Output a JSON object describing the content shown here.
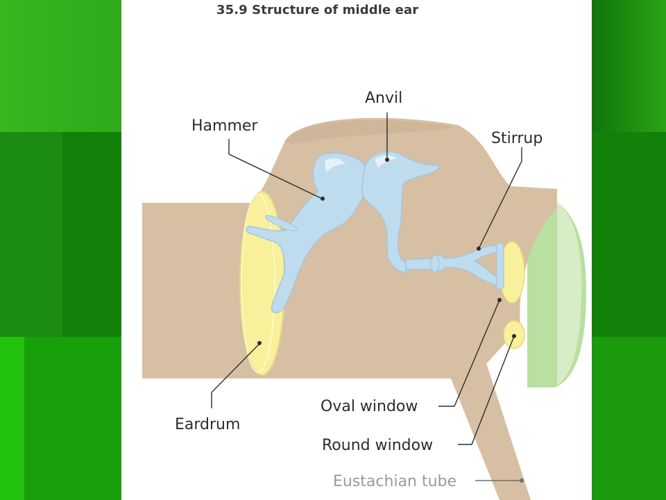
{
  "figure": {
    "title": "35.9 Structure of middle ear"
  },
  "labels": {
    "anvil": "Anvil",
    "hammer": "Hammer",
    "stirrup": "Stirrup",
    "eardrum": "Eardrum",
    "oval_window": "Oval window",
    "round_window": "Round window",
    "eustachian_tube": "Eustachian tube"
  },
  "colors": {
    "background_green": "#1f8f12",
    "canal_tan": "#d7bfa4",
    "ossicle_blue": "#bfdcef",
    "eardrum_yellow": "#f8f09a",
    "inner_ear_green": "#b9dfa1",
    "leader_line": "#2b2b2b",
    "tube_label_gray": "#9a9a9a"
  }
}
